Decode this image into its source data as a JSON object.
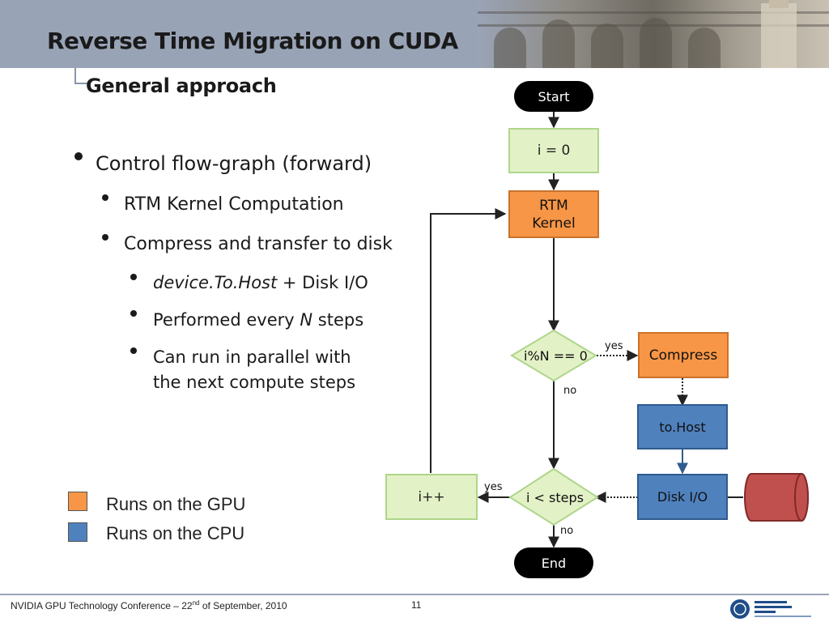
{
  "header": {
    "title": "Reverse Time Migration on CUDA",
    "subtitle": "General approach"
  },
  "bullets": {
    "control_flow": "Control flow-graph (forward)",
    "rtm_kernel": "RTM Kernel Computation",
    "compress_transfer": "Compress and transfer to disk",
    "device_to_host_italic": "device.To.Host",
    "device_to_host_rest": " + Disk I/O",
    "performed_prefix": "Performed every ",
    "performed_n": "N",
    "performed_suffix": " steps",
    "parallel_line1": "Can run in parallel with",
    "parallel_line2": "the next compute steps"
  },
  "legend": {
    "gpu": "Runs on the GPU",
    "cpu": "Runs on the CPU",
    "gpu_color": "#f79646",
    "cpu_color": "#4f81bd"
  },
  "flowchart": {
    "start": "Start",
    "init": "i = 0",
    "kernel_line1": "RTM",
    "kernel_line2": "Kernel",
    "check_n": "i%N == 0",
    "compress": "Compress",
    "to_host": "to.Host",
    "increment": "i++",
    "check_steps": "i < steps",
    "disk_io": "Disk I/O",
    "end": "End",
    "label_yes_compress": "yes",
    "label_no_check": "no",
    "label_yes_loop": "yes",
    "label_no_end": "no"
  },
  "footer": {
    "conference_prefix": "NVIDIA GPU Technology Conference – 22",
    "conference_sup": "nd",
    "conference_suffix": " of September, 2010",
    "page_number": "11"
  }
}
